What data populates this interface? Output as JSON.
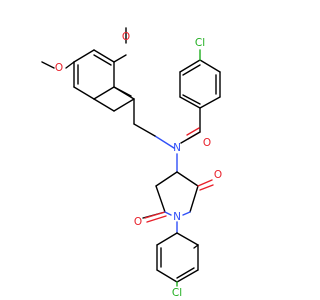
{
  "molecule": {
    "atoms": {
      "cl_top": "Cl",
      "o_amide": "O",
      "n_amide": "N",
      "o_methoxy_upper": "O",
      "o_methoxy_lower": "O",
      "o_ring_upper": "O",
      "o_ring_lower": "O",
      "n_ring": "N",
      "cl_bottom": "Cl"
    },
    "colors": {
      "carbon": "#000000",
      "oxygen": "#e8202a",
      "nitrogen": "#3050f8",
      "chlorine": "#1fae1f"
    }
  }
}
